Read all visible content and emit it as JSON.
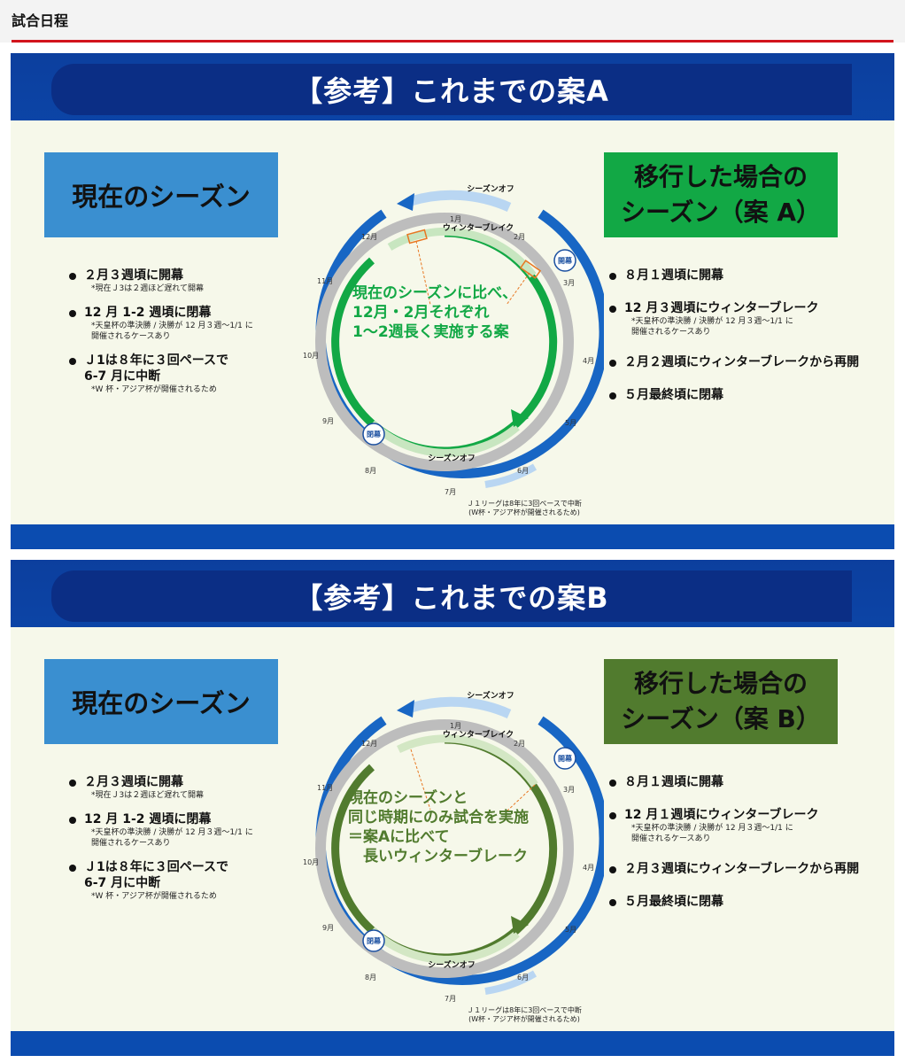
{
  "header": {
    "title": "試合日程"
  },
  "panels": [
    {
      "title": "【参考】これまでの案A",
      "current_box": "現在のシーズン",
      "new_box": [
        "移行した場合の",
        "シーズン（案 A）"
      ],
      "left_bullets": [
        {
          "text": "２月３週頃に開幕",
          "sub": [
            "*現在Ｊ3は２週ほど遅れて開幕"
          ]
        },
        {
          "text": "12 月 1-2 週頃に閉幕",
          "sub": [
            "*天皇杯の準決勝 / 決勝が 12 月３週～1/1 に",
            "開催されるケースあり"
          ]
        },
        {
          "text": "Ｊ1は８年に３回ペースで",
          "text2": "6-7 月に中断",
          "sub": [
            "*W 杯・アジア杯が開催されるため"
          ]
        }
      ],
      "right_bullets": [
        {
          "text": "８月１週頃に開幕",
          "sub": []
        },
        {
          "text": "12 月３週頃にウィンターブレーク",
          "sub": [
            "*天皇杯の準決勝 / 決勝が 12 月３週～1/1 に",
            "開催されるケースあり"
          ]
        },
        {
          "text": "２月２週頃にウィンターブレークから再開",
          "sub": []
        },
        {
          "text": "５月最終頃に閉幕",
          "sub": []
        }
      ],
      "center_text": [
        "現在のシーズンに比べ、",
        "12月・2月それぞれ",
        "1～2週長く実施する案"
      ],
      "ring": {
        "season_off_top": "シーズンオフ",
        "season_off_bottom": "シーズンオフ",
        "winter_break": "ウィンターブレイク",
        "open_label": "開幕",
        "close_label": "閉幕",
        "months": [
          "1月",
          "2月",
          "3月",
          "4月",
          "5月",
          "6月",
          "7月",
          "8月",
          "9月",
          "10月",
          "11月",
          "12月"
        ]
      },
      "footnote": [
        "Ｊ１リーグは8年に3回ペースで中断",
        "(W杯・アジア杯が開催されるため)"
      ],
      "colors": {
        "accent": "#12a845",
        "light": "#c8e6c0"
      }
    },
    {
      "title": "【参考】これまでの案B",
      "current_box": "現在のシーズン",
      "new_box": [
        "移行した場合の",
        "シーズン（案 B）"
      ],
      "left_bullets": [
        {
          "text": "２月３週頃に開幕",
          "sub": [
            "*現在Ｊ3は２週ほど遅れて開幕"
          ]
        },
        {
          "text": "12 月 1-2 週頃に閉幕",
          "sub": [
            "*天皇杯の準決勝 / 決勝が 12 月３週～1/1 に",
            "開催されるケースあり"
          ]
        },
        {
          "text": "Ｊ1は８年に３回ペースで",
          "text2": "6-7 月に中断",
          "sub": [
            "*W 杯・アジア杯が開催されるため"
          ]
        }
      ],
      "right_bullets": [
        {
          "text": "８月１週頃に開幕",
          "sub": []
        },
        {
          "text": "12 月１週頃にウィンターブレーク",
          "sub": [
            "*天皇杯の準決勝 / 決勝が 12 月３週～1/1 に",
            "開催されるケースあり"
          ]
        },
        {
          "text": "２月３週頃にウィンターブレークから再開",
          "sub": []
        },
        {
          "text": "５月最終頃に閉幕",
          "sub": []
        }
      ],
      "center_text": [
        "現在のシーズンと",
        "同じ時期にのみ試合を実施",
        "＝案Aに比べて",
        "　長いウィンターブレーク"
      ],
      "ring": {
        "season_off_top": "シーズンオフ",
        "season_off_bottom": "シーズンオフ",
        "winter_break": "ウィンターブレイク",
        "open_label": "開幕",
        "close_label": "閉幕",
        "months": [
          "1月",
          "2月",
          "3月",
          "4月",
          "5月",
          "6月",
          "7月",
          "8月",
          "9月",
          "10月",
          "11月",
          "12月"
        ]
      },
      "footnote": [
        "Ｊ１リーグは8年に3回ペースで中断",
        "(W杯・アジア杯が開催されるため)"
      ],
      "colors": {
        "accent": "#517b2e",
        "light": "#d3e7c4"
      }
    }
  ]
}
